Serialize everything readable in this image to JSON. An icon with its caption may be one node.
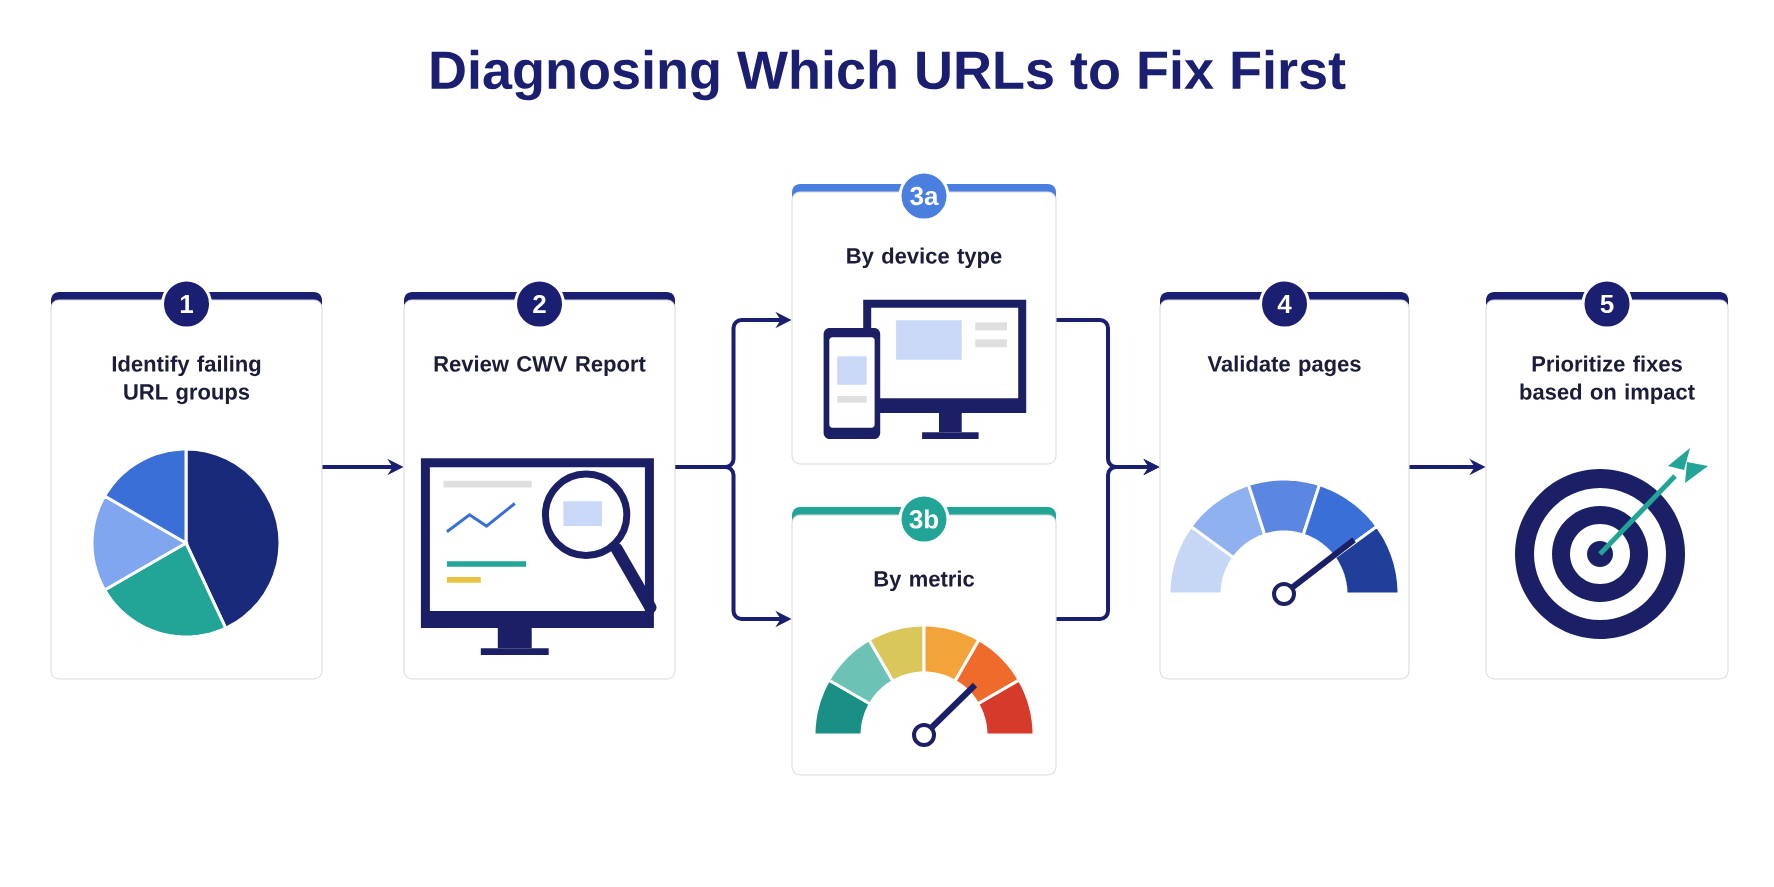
{
  "diagram": {
    "title": "Diagnosing Which URLs to Fix First",
    "nodes": [
      {
        "text": [
          "1",
          "Identify failing URL groups"
        ]
      },
      {
        "text": [
          "2",
          "Review CWV Report"
        ]
      },
      {
        "text": [
          "3a",
          "By device type"
        ]
      },
      {
        "text": [
          "3b",
          "By metric"
        ]
      },
      {
        "text": [
          "4",
          "Validate pages"
        ]
      },
      {
        "text": [
          "5",
          "Prioritize fixes based on impact"
        ]
      }
    ],
    "edges": [
      {
        "from": 0,
        "to": 1,
        "arrow": "to"
      },
      {
        "from": 1,
        "to": 2,
        "arrow": "to"
      },
      {
        "from": 1,
        "to": 3,
        "arrow": "to"
      },
      {
        "from": 2,
        "to": 4,
        "arrow": "to"
      },
      {
        "from": 3,
        "to": 4,
        "arrow": "to"
      },
      {
        "from": 4,
        "to": 5,
        "arrow": "to"
      }
    ]
  }
}
